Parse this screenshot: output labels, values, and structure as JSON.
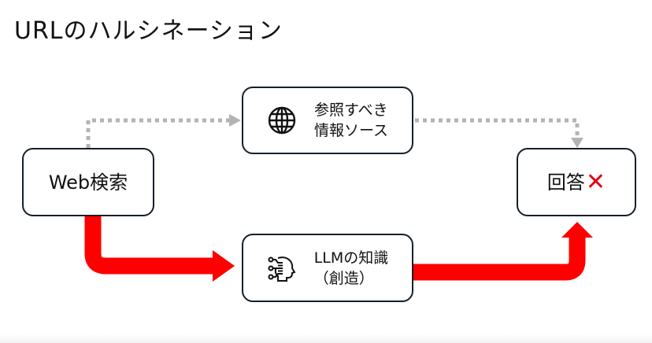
{
  "title": "URLのハルシネーション",
  "nodes": {
    "web_search": {
      "label": "Web検索"
    },
    "reference_source": {
      "line1": "参照すべき",
      "line2": "情報ソース",
      "icon": "globe-icon"
    },
    "llm_knowledge": {
      "line1": "LLMの知識",
      "line2": "（創造）",
      "icon": "ai-head-icon"
    },
    "answer": {
      "label": "回答",
      "mark": "✕",
      "mark_icon": "cross-mark-icon"
    }
  },
  "edges": [
    {
      "from": "web_search",
      "to": "reference_source",
      "style": "dotted",
      "color": "#b3b3b3"
    },
    {
      "from": "reference_source",
      "to": "answer",
      "style": "dotted",
      "color": "#b3b3b3"
    },
    {
      "from": "web_search",
      "to": "llm_knowledge",
      "style": "thick-arrow",
      "color": "#ff0000"
    },
    {
      "from": "llm_knowledge",
      "to": "answer",
      "style": "thick-arrow",
      "color": "#ff0000"
    }
  ],
  "colors": {
    "box_border": "#15202b",
    "highlight": "#ff0000",
    "dotted": "#b3b3b3",
    "cross": "#e60012"
  }
}
